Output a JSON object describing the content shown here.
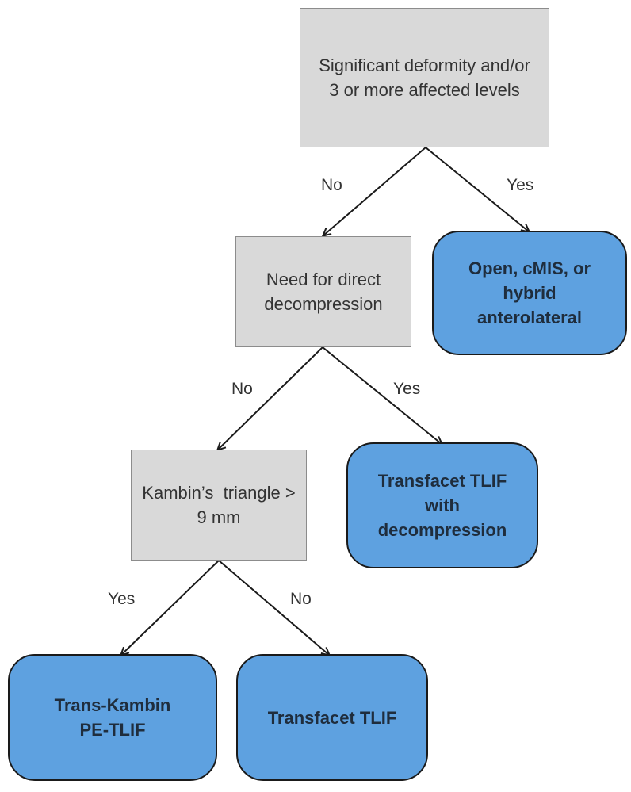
{
  "decisions": {
    "deformity": "Significant deformity and/or 3 or more affected levels",
    "direct_decompression": "Need for direct decompression",
    "kambin": "Kambin’s  triangle > 9 mm"
  },
  "outcomes": {
    "open_cmis_hybrid": "Open, cMIS, or hybrid anterolateral",
    "transfacet_with_decompression": "Transfacet TLIF with decompression",
    "trans_kambin": "Trans-Kambin PE-TLIF",
    "transfacet": "Transfacet TLIF"
  },
  "edges": {
    "deformity_no": "No",
    "deformity_yes": "Yes",
    "decompression_no": "No",
    "decompression_yes": "Yes",
    "kambin_yes": "Yes",
    "kambin_no": "No"
  },
  "colors": {
    "decision_fill": "#d9d9d9",
    "outcome_fill": "#5ea1e0",
    "arrow": "#1a1a1a"
  }
}
